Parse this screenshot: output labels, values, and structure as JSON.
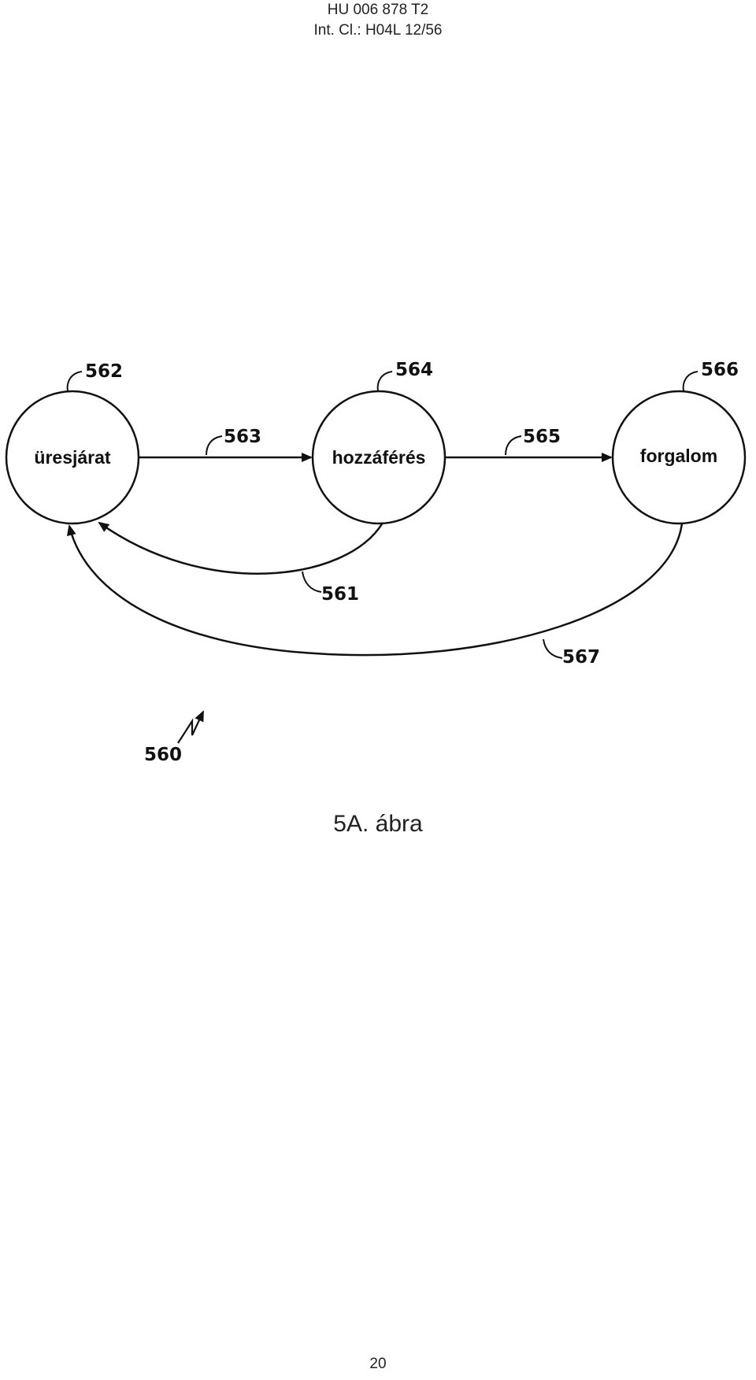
{
  "header": {
    "doc_number": "HU 006 878 T2",
    "classification": "Int. Cl.: H04L 12/56"
  },
  "diagram": {
    "states": [
      {
        "ref": "562",
        "label": "üresjárat"
      },
      {
        "ref": "564",
        "label": "hozzáférés"
      },
      {
        "ref": "566",
        "label": "forgalom"
      }
    ],
    "transitions": [
      {
        "ref": "563",
        "from": "üresjárat",
        "to": "hozzáférés"
      },
      {
        "ref": "565",
        "from": "hozzáférés",
        "to": "forgalom"
      },
      {
        "ref": "561",
        "from": "hozzáférés",
        "to": "üresjárat"
      },
      {
        "ref": "567",
        "from": "forgalom",
        "to": "üresjárat"
      }
    ],
    "figure_ref": "560"
  },
  "caption": "5A. ábra",
  "page_number": "20"
}
